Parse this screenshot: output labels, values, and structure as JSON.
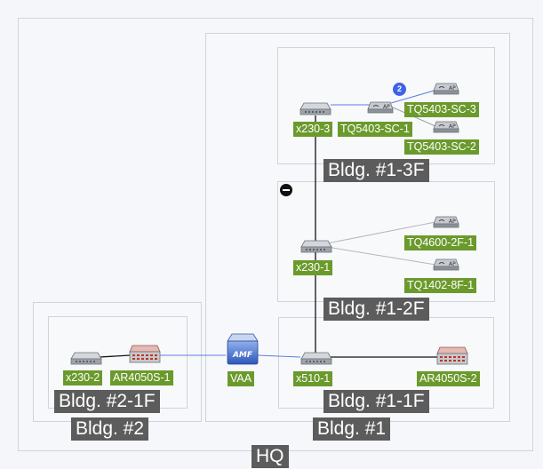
{
  "zones": {
    "hq": "HQ",
    "bldg1": "Bldg. #1",
    "bldg2": "Bldg. #2",
    "bldg1_3f": "Bldg. #1-3F",
    "bldg1_2f": "Bldg. #1-2F",
    "bldg1_1f": "Bldg. #1-1F",
    "bldg2_1f": "Bldg. #2-1F"
  },
  "devices": {
    "x230_3": "x230-3",
    "tq5403_sc_1": "TQ5403-SC-1",
    "tq5403_sc_2": "TQ5403-SC-2",
    "tq5403_sc_3": "TQ5403-SC-3",
    "x230_1": "x230-1",
    "tq4600_2f_1": "TQ4600-2F-1",
    "tq1402_8f_1": "TQ1402-8F-1",
    "x510_1": "x510-1",
    "ar4050s_2": "AR4050S-2",
    "x230_2": "x230-2",
    "ar4050s_1": "AR4050S-1",
    "vaa": "VAA"
  },
  "badges": {
    "ap_count": "2"
  },
  "icons": {
    "ap_text": "AP",
    "amf_text": "AMF"
  },
  "colors": {
    "zone_label_bg": "#5c5c5c",
    "device_tag_bg": "#6b9a2c",
    "link_blue": "#5b7fe0",
    "link_black": "#111111",
    "badge_blue": "#3f63e8"
  }
}
